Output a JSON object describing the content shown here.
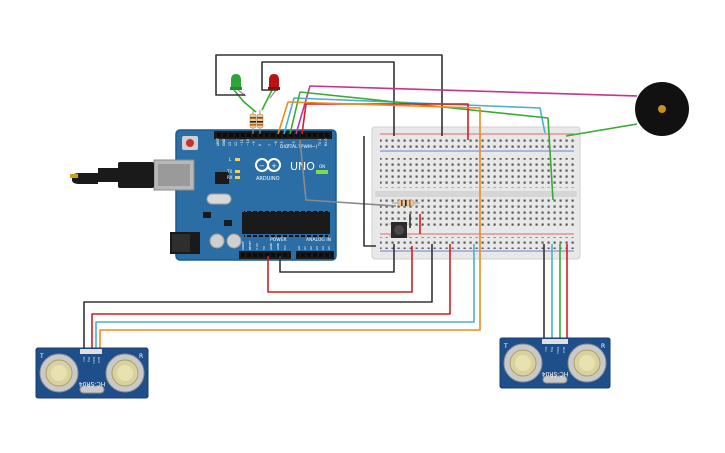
{
  "arduino": {
    "brand": "ARDUINO",
    "model": "UNO",
    "digital_header_label": "DIGITAL (PWM~)",
    "power_label": "POWER",
    "analog_label": "ANALOG IN",
    "on_label": "ON",
    "led_labels": [
      "L",
      "TX",
      "RX"
    ],
    "digital_pins": [
      "AREF",
      "GND",
      "13",
      "12",
      "~11",
      "~10",
      "~9",
      "8",
      "7",
      "~6",
      "~5",
      "4",
      "~3",
      "2",
      "TX 1",
      "RX 0"
    ],
    "power_pins": [
      "IOREF",
      "RESET",
      "3.3V",
      "5V",
      "GND",
      "GND",
      "Vin"
    ],
    "analog_pins": [
      "A0",
      "A1",
      "A2",
      "A3",
      "A4",
      "A5"
    ]
  },
  "sensors": [
    {
      "model": "HC-SR04",
      "pins": [
        "Vcc",
        "Trig",
        "Echo",
        "Gnd"
      ],
      "left_mark": "T",
      "right_mark": "R"
    },
    {
      "model": "HC-SR04",
      "pins": [
        "Vcc",
        "Trig",
        "Echo",
        "Gnd"
      ],
      "left_mark": "T",
      "right_mark": "R"
    }
  ],
  "colors": {
    "board": "#2a6ea5",
    "board_dark": "#1d5a8c",
    "wire_black": "#333333",
    "wire_red": "#d21f1f",
    "wire_orange": "#f08a1c",
    "wire_cyan": "#4ab0d0",
    "wire_green": "#3aaa35",
    "wire_magenta": "#c8338f",
    "wire_gray": "#8a8a8a",
    "led_green": "#2ea33a",
    "led_red": "#b81414",
    "buzzer": "#111111"
  },
  "icons": [
    "usb-cable-icon",
    "led-icon",
    "resistor-icon",
    "buzzer-icon",
    "pushbutton-icon",
    "ultrasonic-sensor-icon"
  ]
}
